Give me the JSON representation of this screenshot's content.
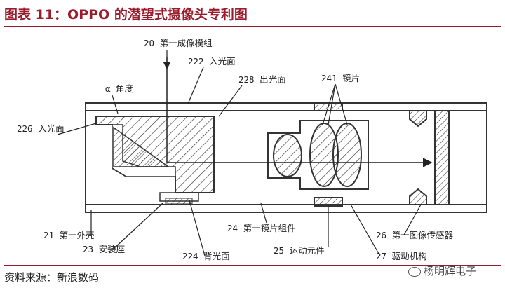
{
  "figure": {
    "title": "图表 11：OPPO 的潜望式摄像头专利图",
    "source": "资料来源：新浪数码",
    "watermark": "杨明辉电子"
  },
  "labels": {
    "first_imaging_module": "20 第一成像模组",
    "incident_surface_222": "222 入光面",
    "angle_alpha": "α 角度",
    "exit_surface_228": "228 出光面",
    "lens_241": "241 镜片",
    "incident_surface_226": "226 入光面",
    "first_housing": "21 第一外壳",
    "mounting_base": "23 安装座",
    "backlight_surface_224": "224 背光面",
    "first_lens_assembly": "24 第一镜片组件",
    "moving_element": "25 运动元件",
    "drive_mechanism": "27 驱动机构",
    "first_image_sensor": "26 第一图像传感器"
  },
  "colors": {
    "accent": "#9a1c2c",
    "ink": "#333333"
  }
}
